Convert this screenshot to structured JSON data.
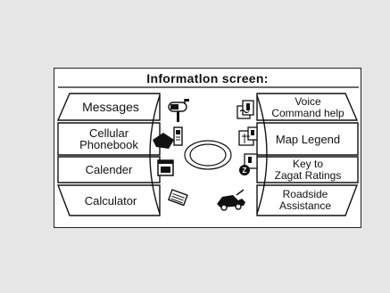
{
  "title": "Informatlon  screen:",
  "left_buttons": [
    {
      "label": "Messages"
    },
    {
      "label": "Cellular\nPhonebook"
    },
    {
      "label": "Calender"
    },
    {
      "label": "Calculator"
    }
  ],
  "right_buttons": [
    {
      "label": "Voice\nCommand help"
    },
    {
      "label": "Map Legend"
    },
    {
      "label": "Key to\nZagat Ratings"
    },
    {
      "label": "Roadside\nAssistance"
    }
  ],
  "center_icons": [
    "mailbox-icon",
    "book-help-icon",
    "phone-icon",
    "map-book-icon",
    "calendar-icon",
    "zagat-book-icon",
    "calculator-icon",
    "tow-truck-icon"
  ],
  "colors": {
    "background": "#e6e6e6",
    "panel": "#ffffff",
    "ink": "#111111"
  }
}
